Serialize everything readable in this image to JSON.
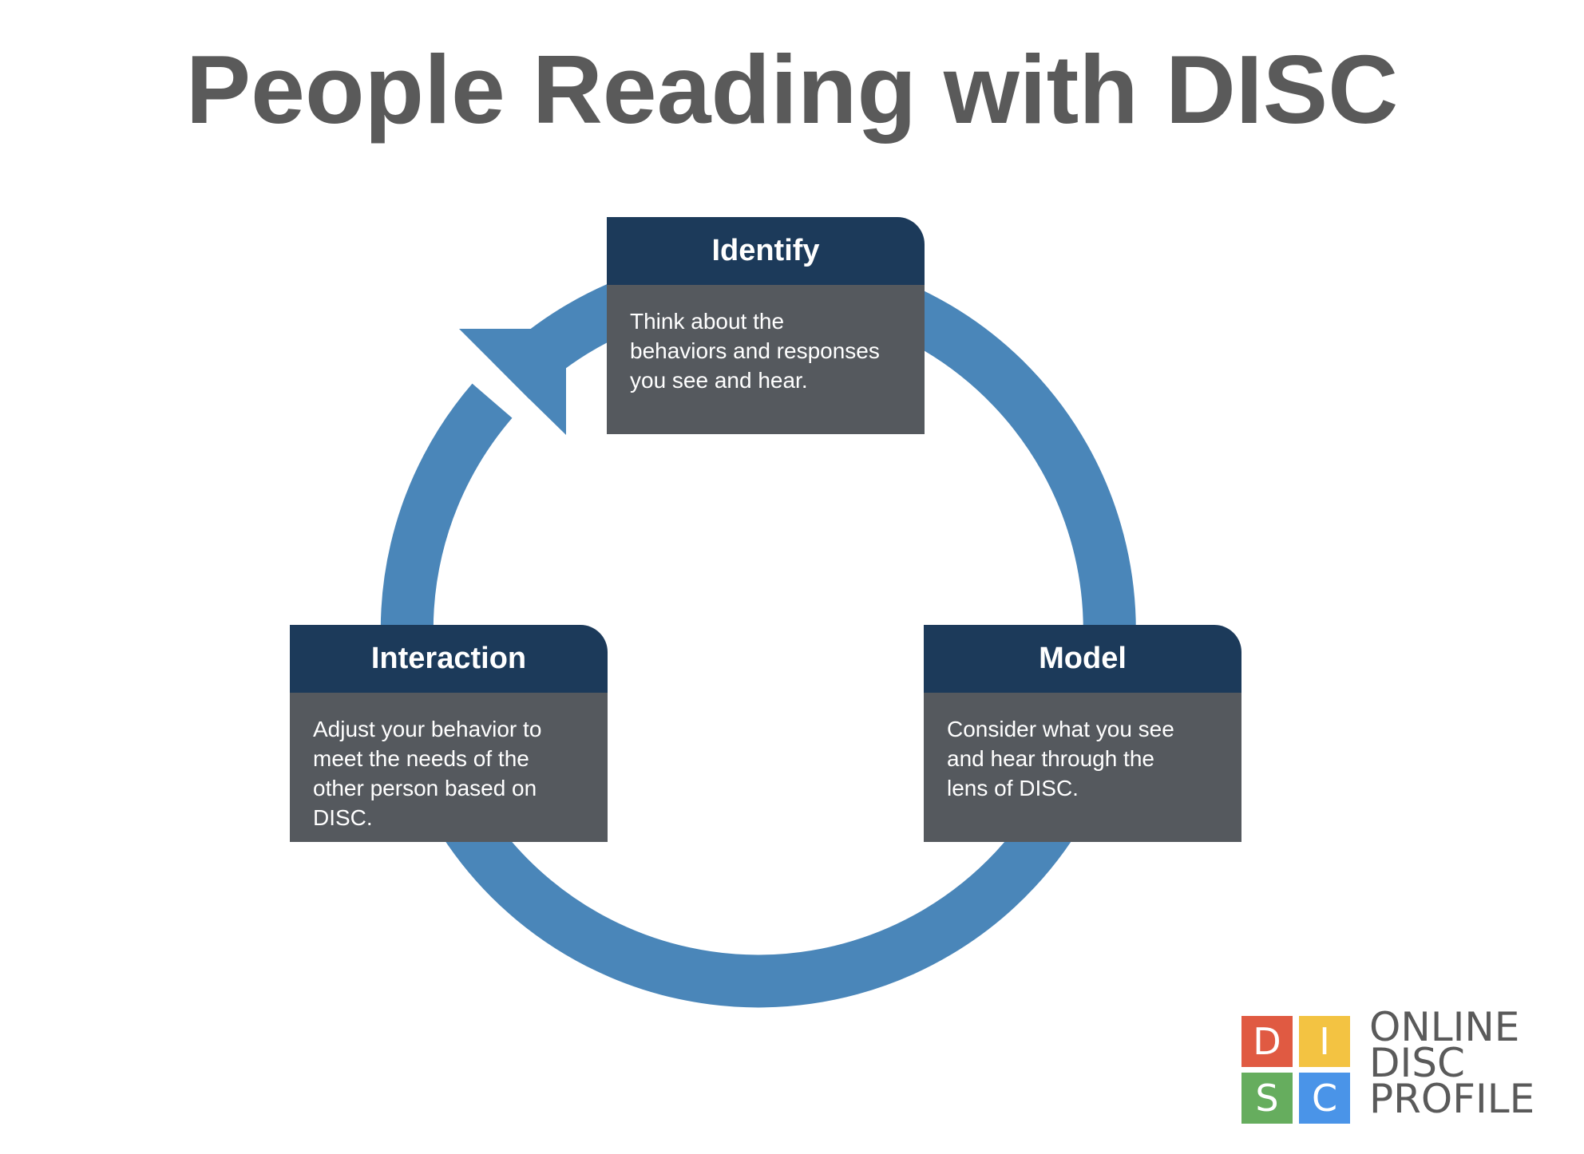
{
  "title": "People Reading with DISC",
  "colors": {
    "ring": "#4a86b9",
    "card_header": "#1c3a5a",
    "card_body": "#55595e",
    "title_text": "#5a5a5a"
  },
  "cycle": {
    "direction": "clockwise",
    "steps": [
      {
        "id": "identify",
        "title": "Identify",
        "description": "Think about the behaviors and responses you see and hear.",
        "lines": [
          "Think about the",
          "behaviors and responses",
          "you see and hear."
        ]
      },
      {
        "id": "model",
        "title": "Model",
        "description": "Consider what you see and hear through the lens of DISC.",
        "lines": [
          "Consider what you see",
          "and hear through the",
          "lens of DISC."
        ]
      },
      {
        "id": "interaction",
        "title": "Interaction",
        "description": "Adjust your behavior to meet the needs of the other person based on DISC.",
        "lines": [
          "Adjust your behavior to",
          "meet the needs of the",
          "other person based on",
          "DISC."
        ]
      }
    ]
  },
  "logo": {
    "letters": [
      {
        "char": "D",
        "color": "#e05a42"
      },
      {
        "char": "I",
        "color": "#f3c342"
      },
      {
        "char": "S",
        "color": "#66ad5e"
      },
      {
        "char": "C",
        "color": "#4a94e8"
      }
    ],
    "text_lines": [
      "ONLINE",
      "DISC",
      "PROFILE"
    ]
  }
}
